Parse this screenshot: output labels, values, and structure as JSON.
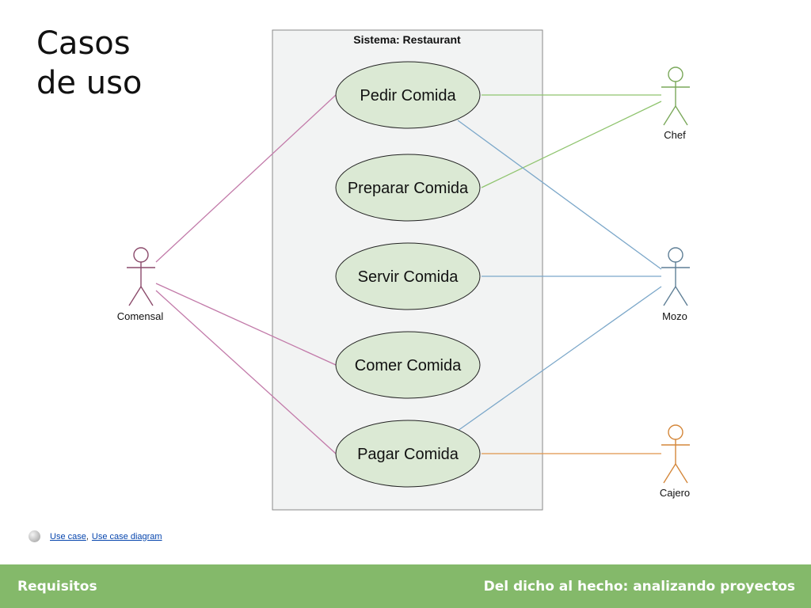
{
  "slide": {
    "title_line1": "Casos",
    "title_line2": "de uso"
  },
  "diagram": {
    "system_label": "Sistema: Restaurant",
    "use_cases": [
      {
        "id": "pedir",
        "label": "Pedir Comida"
      },
      {
        "id": "preparar",
        "label": "Preparar Comida"
      },
      {
        "id": "servir",
        "label": "Servir Comida"
      },
      {
        "id": "comer",
        "label": "Comer Comida"
      },
      {
        "id": "pagar",
        "label": "Pagar Comida"
      }
    ],
    "actors": [
      {
        "id": "comensal",
        "label": "Comensal",
        "color": "#8b4a6b"
      },
      {
        "id": "chef",
        "label": "Chef",
        "color": "#7aa85a"
      },
      {
        "id": "mozo",
        "label": "Mozo",
        "color": "#5f7f96"
      },
      {
        "id": "cajero",
        "label": "Cajero",
        "color": "#d4873a"
      }
    ],
    "associations": [
      {
        "actor": "comensal",
        "use_case": "pedir"
      },
      {
        "actor": "comensal",
        "use_case": "comer"
      },
      {
        "actor": "comensal",
        "use_case": "pagar"
      },
      {
        "actor": "chef",
        "use_case": "pedir"
      },
      {
        "actor": "chef",
        "use_case": "preparar"
      },
      {
        "actor": "mozo",
        "use_case": "pedir"
      },
      {
        "actor": "mozo",
        "use_case": "servir"
      },
      {
        "actor": "mozo",
        "use_case": "pagar"
      },
      {
        "actor": "cajero",
        "use_case": "pagar"
      }
    ],
    "colors": {
      "use_case_fill": "#dbe9d4",
      "system_fill": "#f2f3f3",
      "comensal_line": "#c27aa9",
      "chef_line": "#8fc46e",
      "mozo_line": "#7ba7c9",
      "cajero_line": "#e0954a"
    }
  },
  "links": {
    "icon": "wikipedia-icon",
    "link1": "Use case",
    "separator": ",",
    "link2": "Use case diagram"
  },
  "footer": {
    "left": "Requisitos",
    "right": "Del dicho al hecho: analizando proyectos"
  }
}
